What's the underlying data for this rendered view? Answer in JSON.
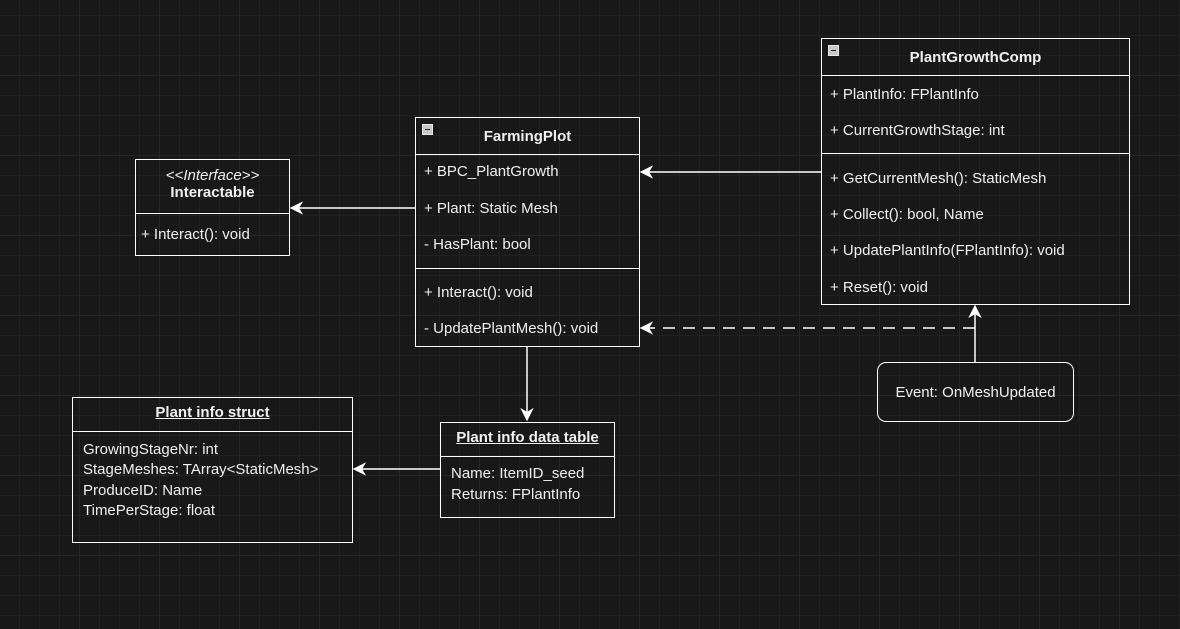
{
  "interactable": {
    "stereotype": "<<Interface>>",
    "name": "Interactable",
    "methods": [
      "+ Interact(): void"
    ]
  },
  "farming_plot": {
    "name": "FarmingPlot",
    "attributes": [
      "+ BPC_PlantGrowth",
      "+ Plant: Static Mesh",
      "- HasPlant: bool"
    ],
    "methods": [
      "+ Interact(): void",
      "- UpdatePlantMesh(): void"
    ]
  },
  "plant_growth_comp": {
    "name": "PlantGrowthComp",
    "attributes": [
      "+ PlantInfo: FPlantInfo",
      "+ CurrentGrowthStage: int"
    ],
    "methods": [
      "+ GetCurrentMesh(): StaticMesh",
      "+ Collect(): bool, Name",
      "+ UpdatePlantInfo(FPlantInfo): void",
      "+ Reset(): void"
    ]
  },
  "event": {
    "label": "Event: OnMeshUpdated"
  },
  "plant_info_struct": {
    "name": "Plant info struct",
    "fields": [
      "GrowingStageNr: int",
      "StageMeshes: TArray<StaticMesh>",
      "ProduceID: Name",
      "TimePerStage: float"
    ]
  },
  "plant_info_table": {
    "name": "Plant info data table",
    "fields": [
      "Name: ItemID_seed",
      "Returns: FPlantInfo"
    ]
  },
  "colors": {
    "background": "#181818",
    "line": "#ffffff",
    "text": "#f0f0f0"
  }
}
